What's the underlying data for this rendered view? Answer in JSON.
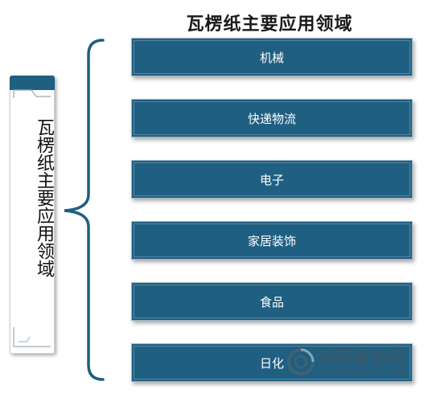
{
  "title": "瓦楞纸主要应用领域",
  "side_label": [
    "瓦",
    "楞",
    "纸",
    "主",
    "要",
    "应",
    "用",
    "领",
    "域"
  ],
  "items": [
    "机械",
    "快递物流",
    "电子",
    "家居装饰",
    "食品",
    "日化"
  ],
  "watermark": {
    "cn": "观研报告网",
    "en": "chinabaogao.com"
  },
  "colors": {
    "box_fill": "#1f5f82",
    "brace": "#1f5f82",
    "text_on_box": "#ffffff"
  }
}
